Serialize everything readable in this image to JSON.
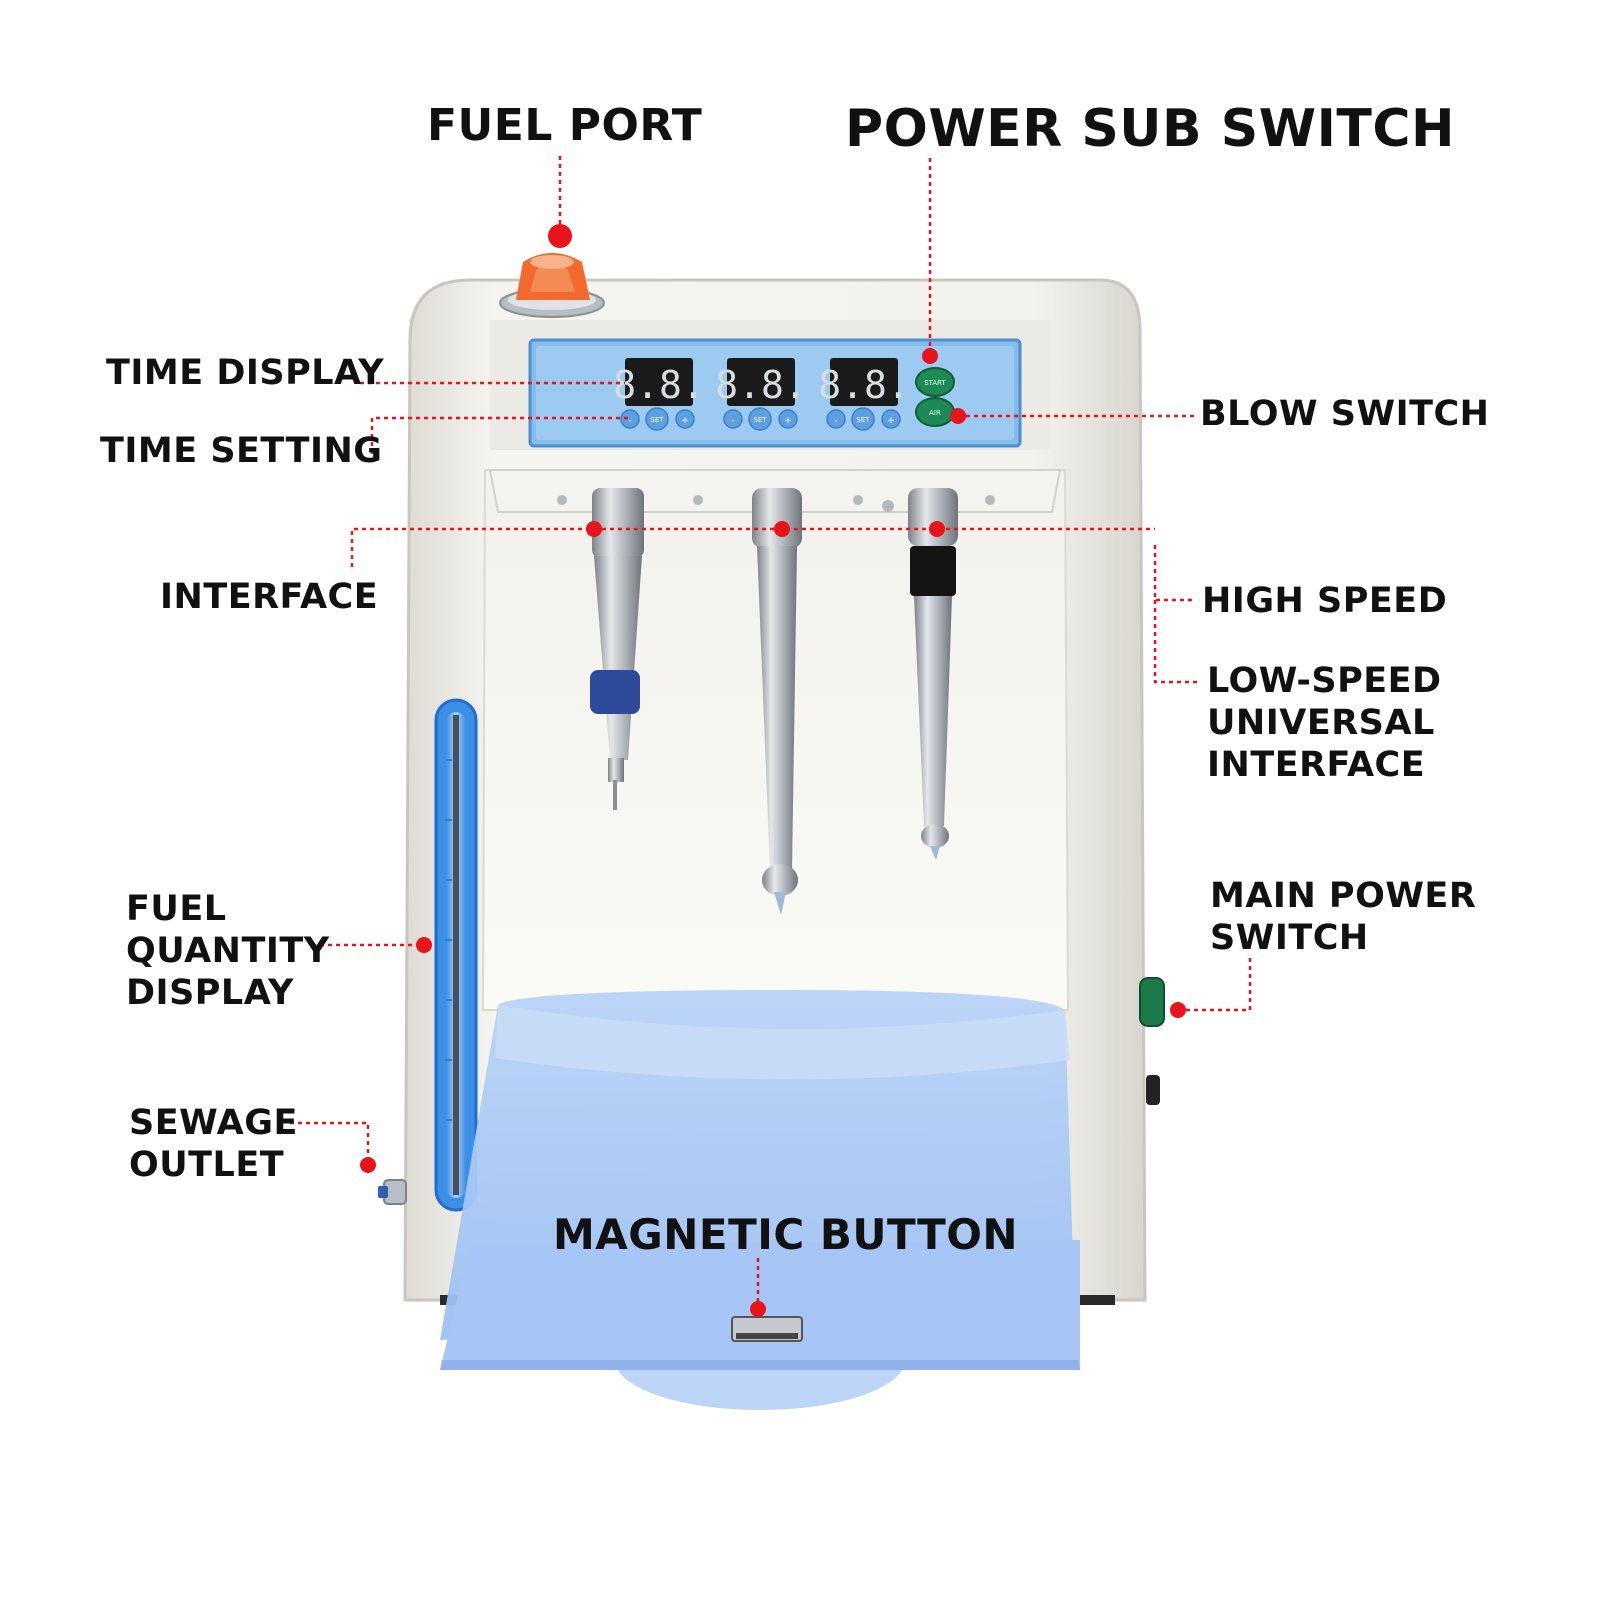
{
  "labels": {
    "fuel_port": "FUEL PORT",
    "power_sub_switch": "POWER SUB SWITCH",
    "time_display": "TIME DISPLAY",
    "time_setting": "TIME SETTING",
    "blow_switch": "BLOW SWITCH",
    "interface": "INTERFACE",
    "high_speed": "HIGH SPEED",
    "low_speed": [
      "LOW-SPEED",
      "UNIVERSAL",
      "INTERFACE"
    ],
    "main_power_switch": [
      "MAIN POWER",
      "SWITCH"
    ],
    "fuel_quantity_display": [
      "FUEL",
      "QUANTITY",
      "DISPLAY"
    ],
    "sewage_outlet": [
      "SEWAGE",
      "OUTLET"
    ],
    "magnetic_button": "MAGNETIC BUTTON"
  },
  "panel": {
    "digits": [
      "8.8.",
      "8.8.",
      "8.8."
    ],
    "buttons": [
      "-",
      "SET",
      "+"
    ],
    "start_button": "START",
    "air_button": "AIR"
  },
  "colors": {
    "marker": "#e8131b",
    "panel": "#7fb6e8",
    "panel_border": "#4a8fd0",
    "display": "#1a1a1a",
    "digit": "#d9dce0",
    "green_button": "#1d8a55",
    "fuel_cap": "#f26a2e",
    "tray": "#a9c8f5",
    "body": "#f1efea"
  }
}
